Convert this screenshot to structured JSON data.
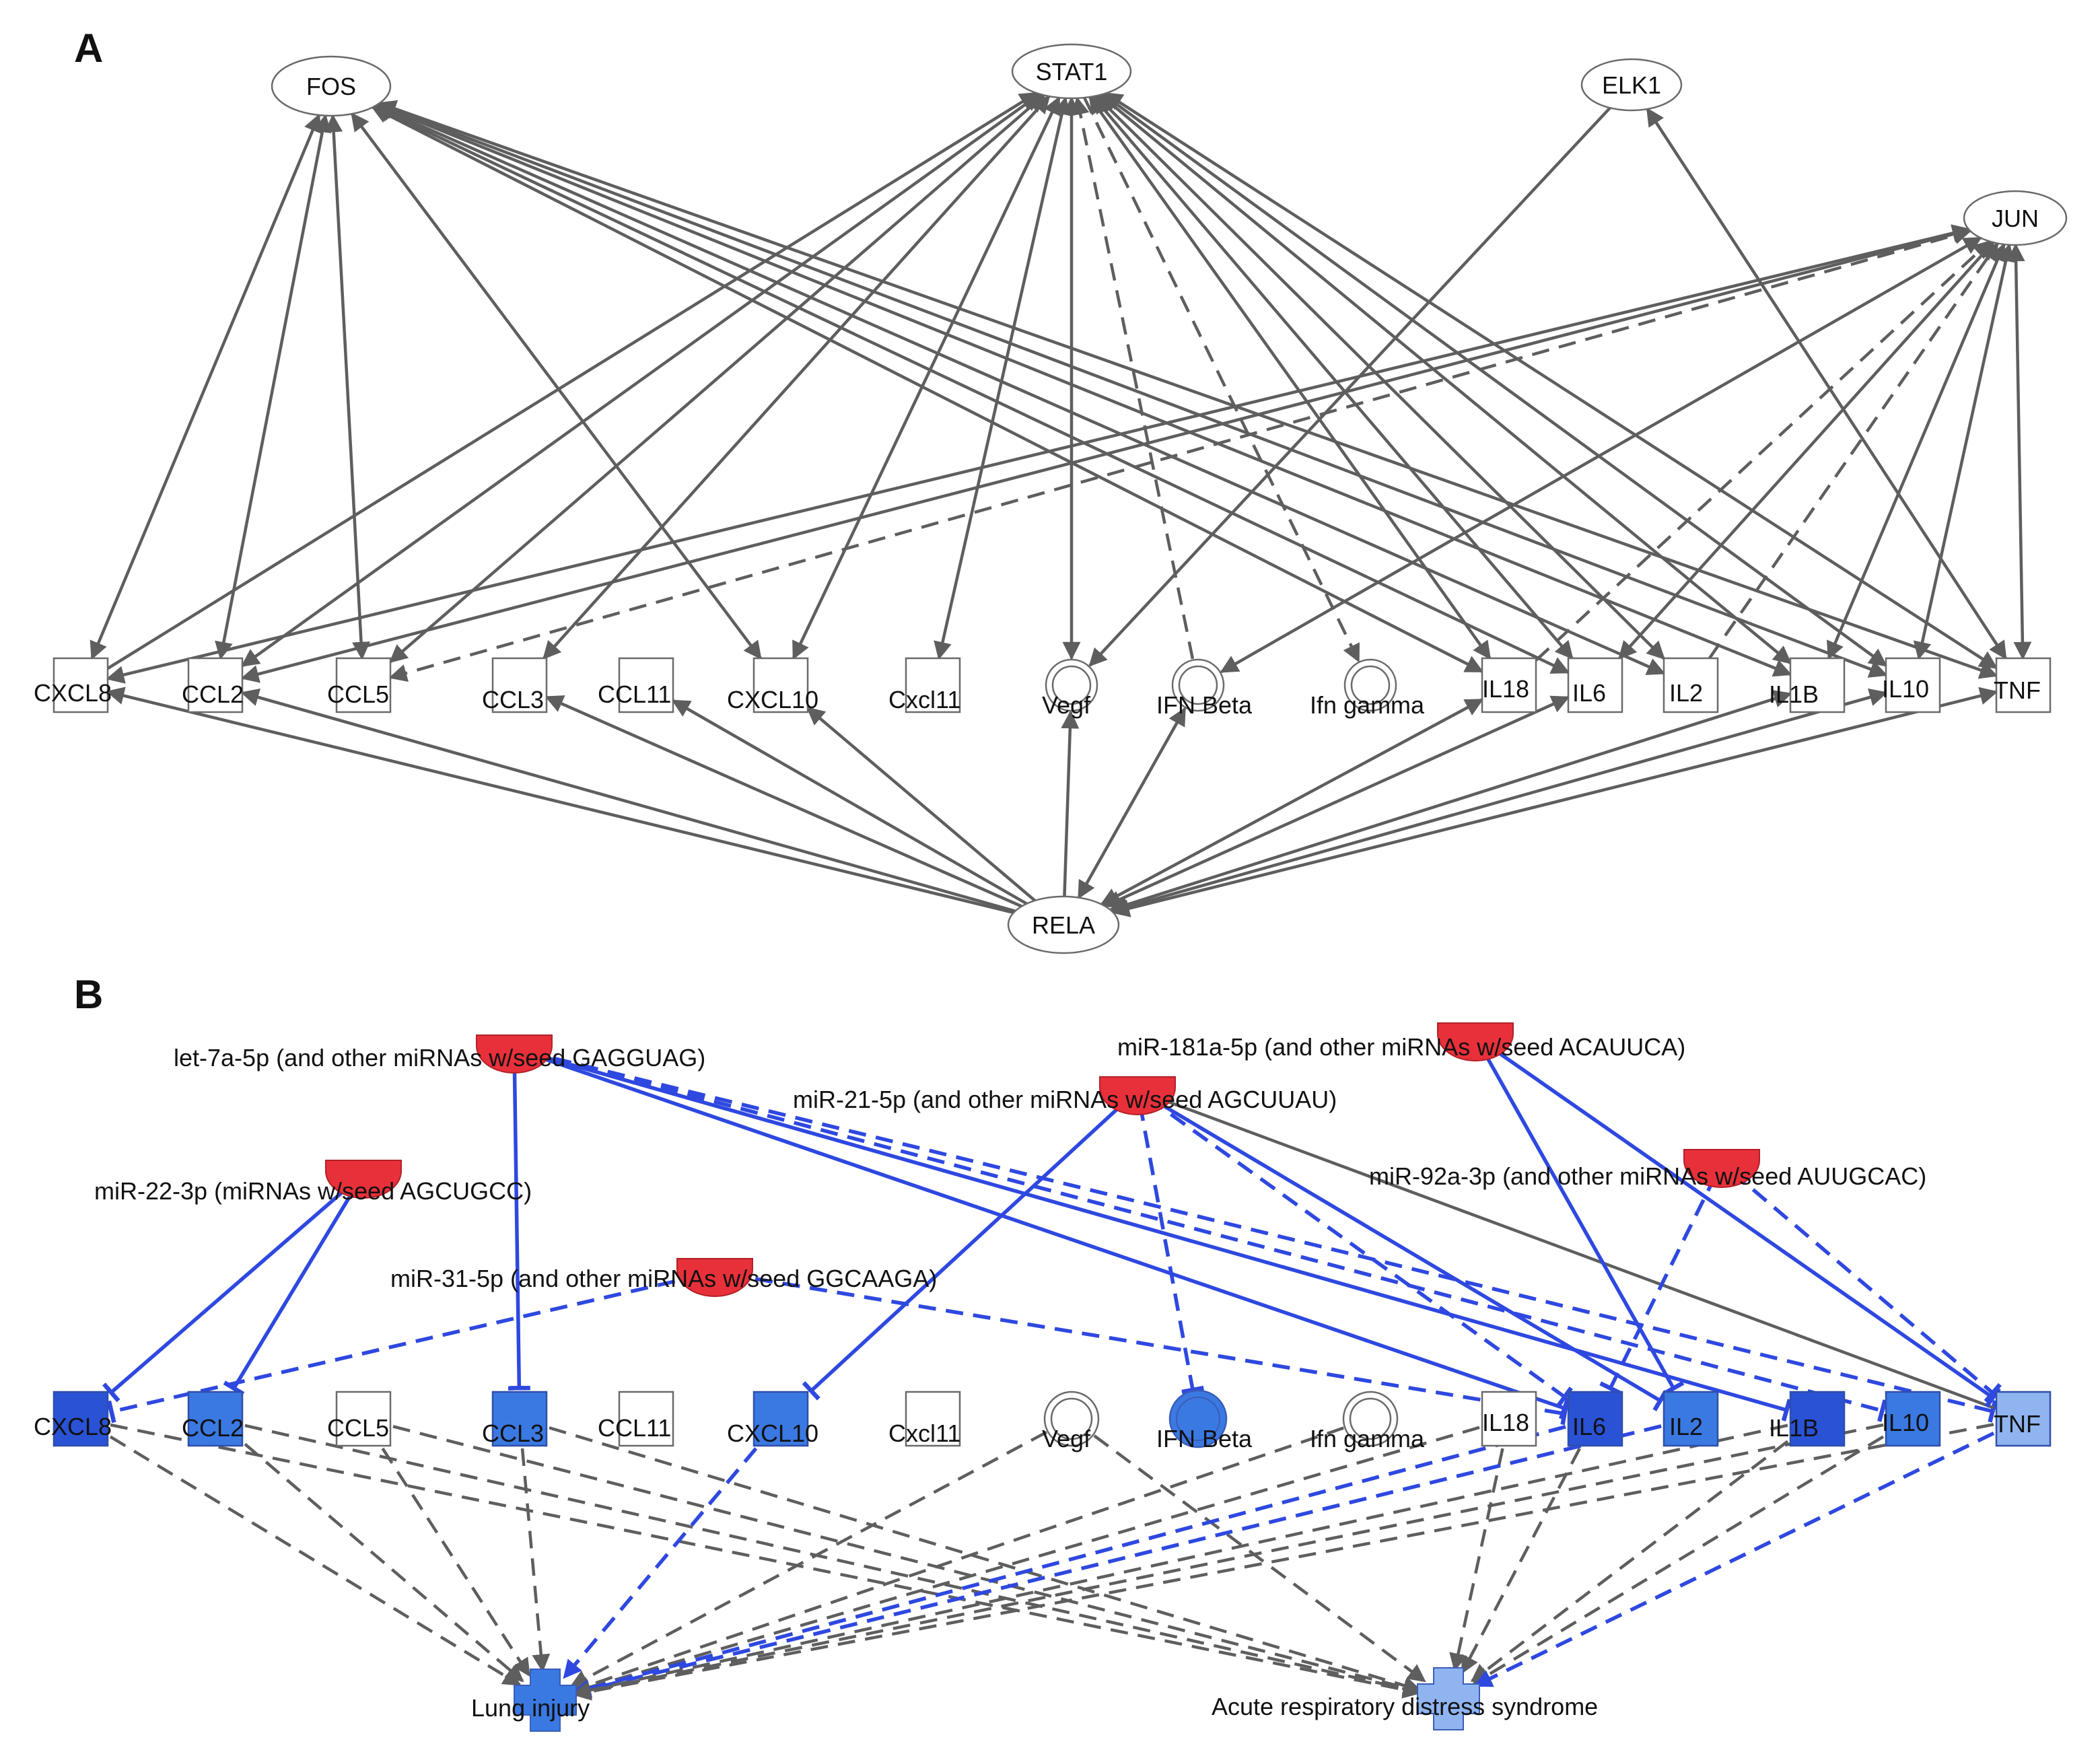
{
  "panels": [
    {
      "id": "A",
      "label": "A"
    },
    {
      "id": "B",
      "label": "B"
    }
  ],
  "colors": {
    "edge": "#5e5e5e",
    "inhibit_edge": "#2e48e0",
    "mirna_fill": "#e8303a",
    "down_strong": "#2a52d4",
    "down_medium": "#3a79e2",
    "down_light": "#8fb4f0",
    "neutral": "#ffffff"
  },
  "panel_a": {
    "nodes": [
      {
        "id": "FOS",
        "label": "FOS",
        "shape": "ellipse"
      },
      {
        "id": "STAT1",
        "label": "STAT1",
        "shape": "ellipse"
      },
      {
        "id": "ELK1",
        "label": "ELK1",
        "shape": "ellipse"
      },
      {
        "id": "JUN",
        "label": "JUN",
        "shape": "ellipse"
      },
      {
        "id": "RELA",
        "label": "RELA",
        "shape": "ellipse"
      },
      {
        "id": "CXCL8",
        "label": "CXCL8",
        "shape": "square"
      },
      {
        "id": "CCL2",
        "label": "CCL2",
        "shape": "square"
      },
      {
        "id": "CCL5",
        "label": "CCL5",
        "shape": "square"
      },
      {
        "id": "CCL3",
        "label": "CCL3",
        "shape": "square"
      },
      {
        "id": "CCL11",
        "label": "CCL11",
        "shape": "square"
      },
      {
        "id": "CXCL10",
        "label": "CXCL10",
        "shape": "square"
      },
      {
        "id": "Cxcl11",
        "label": "Cxcl11",
        "shape": "square"
      },
      {
        "id": "Vegf",
        "label": "Vegf",
        "shape": "double-circle"
      },
      {
        "id": "IFNBeta",
        "label": "IFN Beta",
        "shape": "double-circle"
      },
      {
        "id": "Ifngamma",
        "label": "Ifn gamma",
        "shape": "double-circle"
      },
      {
        "id": "IL18",
        "label": "IL18",
        "shape": "square"
      },
      {
        "id": "IL6",
        "label": "IL6",
        "shape": "square"
      },
      {
        "id": "IL2",
        "label": "IL2",
        "shape": "square"
      },
      {
        "id": "IL1B",
        "label": "IL1B",
        "shape": "square"
      },
      {
        "id": "IL10",
        "label": "IL10",
        "shape": "square"
      },
      {
        "id": "TNF",
        "label": "TNF",
        "shape": "square"
      }
    ],
    "edges": [
      {
        "from": "CXCL8",
        "to": "FOS",
        "style": "solid",
        "arrows": "both"
      },
      {
        "from": "CCL2",
        "to": "FOS",
        "style": "solid",
        "arrows": "both"
      },
      {
        "from": "CCL5",
        "to": "FOS",
        "style": "solid",
        "arrows": "both"
      },
      {
        "from": "CXCL10",
        "to": "FOS",
        "style": "solid",
        "arrows": "both"
      },
      {
        "from": "IL18",
        "to": "FOS",
        "style": "solid",
        "arrows": "both"
      },
      {
        "from": "IL6",
        "to": "FOS",
        "style": "solid",
        "arrows": "both"
      },
      {
        "from": "IL2",
        "to": "FOS",
        "style": "solid",
        "arrows": "both"
      },
      {
        "from": "IL1B",
        "to": "FOS",
        "style": "solid",
        "arrows": "both"
      },
      {
        "from": "IL10",
        "to": "FOS",
        "style": "solid",
        "arrows": "both"
      },
      {
        "from": "TNF",
        "to": "FOS",
        "style": "solid",
        "arrows": "both"
      },
      {
        "from": "CXCL8",
        "to": "STAT1",
        "style": "solid",
        "arrows": "end"
      },
      {
        "from": "CCL2",
        "to": "STAT1",
        "style": "solid",
        "arrows": "both"
      },
      {
        "from": "CCL5",
        "to": "STAT1",
        "style": "solid",
        "arrows": "both"
      },
      {
        "from": "CCL3",
        "to": "STAT1",
        "style": "solid",
        "arrows": "both"
      },
      {
        "from": "CXCL10",
        "to": "STAT1",
        "style": "solid",
        "arrows": "both"
      },
      {
        "from": "Cxcl11",
        "to": "STAT1",
        "style": "solid",
        "arrows": "both"
      },
      {
        "from": "Vegf",
        "to": "STAT1",
        "style": "solid",
        "arrows": "both"
      },
      {
        "from": "IFNBeta",
        "to": "STAT1",
        "style": "dashed",
        "arrows": "end"
      },
      {
        "from": "STAT1",
        "to": "Ifngamma",
        "style": "dashed",
        "arrows": "end"
      },
      {
        "from": "IL18",
        "to": "STAT1",
        "style": "solid",
        "arrows": "both"
      },
      {
        "from": "IL6",
        "to": "STAT1",
        "style": "solid",
        "arrows": "both"
      },
      {
        "from": "IL2",
        "to": "STAT1",
        "style": "solid",
        "arrows": "both"
      },
      {
        "from": "IL1B",
        "to": "STAT1",
        "style": "solid",
        "arrows": "both"
      },
      {
        "from": "IL10",
        "to": "STAT1",
        "style": "solid",
        "arrows": "both"
      },
      {
        "from": "TNF",
        "to": "STAT1",
        "style": "solid",
        "arrows": "both"
      },
      {
        "from": "ELK1",
        "to": "Vegf",
        "style": "solid",
        "arrows": "end"
      },
      {
        "from": "TNF",
        "to": "ELK1",
        "style": "solid",
        "arrows": "both"
      },
      {
        "from": "CXCL8",
        "to": "JUN",
        "style": "solid",
        "arrows": "both"
      },
      {
        "from": "CCL2",
        "to": "JUN",
        "style": "solid",
        "arrows": "both"
      },
      {
        "from": "CCL5",
        "to": "JUN",
        "style": "dashed",
        "arrows": "both"
      },
      {
        "from": "IFNBeta",
        "to": "JUN",
        "style": "solid",
        "arrows": "both"
      },
      {
        "from": "IL18",
        "to": "JUN",
        "style": "dashed",
        "arrows": "end"
      },
      {
        "from": "IL6",
        "to": "JUN",
        "style": "solid",
        "arrows": "both"
      },
      {
        "from": "IL2",
        "to": "JUN",
        "style": "dashed",
        "arrows": "end"
      },
      {
        "from": "IL1B",
        "to": "JUN",
        "style": "solid",
        "arrows": "both"
      },
      {
        "from": "IL10",
        "to": "JUN",
        "style": "solid",
        "arrows": "both"
      },
      {
        "from": "TNF",
        "to": "JUN",
        "style": "solid",
        "arrows": "both"
      },
      {
        "from": "RELA",
        "to": "CXCL8",
        "style": "solid",
        "arrows": "end"
      },
      {
        "from": "RELA",
        "to": "CCL2",
        "style": "solid",
        "arrows": "end"
      },
      {
        "from": "RELA",
        "to": "CCL3",
        "style": "solid",
        "arrows": "end"
      },
      {
        "from": "RELA",
        "to": "CCL11",
        "style": "solid",
        "arrows": "end"
      },
      {
        "from": "RELA",
        "to": "CXCL10",
        "style": "solid",
        "arrows": "end"
      },
      {
        "from": "RELA",
        "to": "Vegf",
        "style": "solid",
        "arrows": "end"
      },
      {
        "from": "IFNBeta",
        "to": "RELA",
        "style": "solid",
        "arrows": "both"
      },
      {
        "from": "IL18",
        "to": "RELA",
        "style": "solid",
        "arrows": "both"
      },
      {
        "from": "IL6",
        "to": "RELA",
        "style": "solid",
        "arrows": "both"
      },
      {
        "from": "IL1B",
        "to": "RELA",
        "style": "solid",
        "arrows": "both"
      },
      {
        "from": "IL10",
        "to": "RELA",
        "style": "solid",
        "arrows": "both"
      },
      {
        "from": "TNF",
        "to": "RELA",
        "style": "solid",
        "arrows": "both"
      }
    ]
  },
  "panel_b": {
    "nodes": [
      {
        "id": "let7a",
        "label": "let-7a-5p (and other miRNAs w/seed GAGGUAG)",
        "shape": "mirna",
        "fill": "#e8303a"
      },
      {
        "id": "mir181",
        "label": "miR-181a-5p (and other miRNAs w/seed ACAUUCA)",
        "shape": "mirna",
        "fill": "#e8303a"
      },
      {
        "id": "mir21",
        "label": "miR-21-5p (and other miRNAs w/seed AGCUUAU)",
        "shape": "mirna",
        "fill": "#e8303a"
      },
      {
        "id": "mir22",
        "label": "miR-22-3p (miRNAs w/seed AGCUGCC)",
        "shape": "mirna",
        "fill": "#e8303a"
      },
      {
        "id": "mir92",
        "label": "miR-92a-3p (and other miRNAs w/seed AUUGCAC)",
        "shape": "mirna",
        "fill": "#e8303a"
      },
      {
        "id": "mir31",
        "label": "miR-31-5p (and other miRNAs w/seed GGCAAGA)",
        "shape": "mirna",
        "fill": "#e8303a"
      },
      {
        "id": "CXCL8",
        "label": "CXCL8",
        "shape": "square",
        "fill": "#2a52d4"
      },
      {
        "id": "CCL2",
        "label": "CCL2",
        "shape": "square",
        "fill": "#3a79e2"
      },
      {
        "id": "CCL5",
        "label": "CCL5",
        "shape": "square",
        "fill": "#ffffff"
      },
      {
        "id": "CCL3",
        "label": "CCL3",
        "shape": "square",
        "fill": "#3a79e2"
      },
      {
        "id": "CCL11",
        "label": "CCL11",
        "shape": "square",
        "fill": "#ffffff"
      },
      {
        "id": "CXCL10",
        "label": "CXCL10",
        "shape": "square",
        "fill": "#3a79e2"
      },
      {
        "id": "Cxcl11",
        "label": "Cxcl11",
        "shape": "square",
        "fill": "#ffffff"
      },
      {
        "id": "Vegf",
        "label": "Vegf",
        "shape": "double-circle",
        "fill": "#ffffff"
      },
      {
        "id": "IFNBeta",
        "label": "IFN Beta",
        "shape": "double-circle",
        "fill": "#3a79e2"
      },
      {
        "id": "Ifngamma",
        "label": "Ifn gamma",
        "shape": "double-circle",
        "fill": "#ffffff"
      },
      {
        "id": "IL18",
        "label": "IL18",
        "shape": "square",
        "fill": "#ffffff"
      },
      {
        "id": "IL6",
        "label": "IL6",
        "shape": "square",
        "fill": "#2a52d4"
      },
      {
        "id": "IL2",
        "label": "IL2",
        "shape": "square",
        "fill": "#3a79e2"
      },
      {
        "id": "IL1B",
        "label": "IL1B",
        "shape": "square",
        "fill": "#2a52d4"
      },
      {
        "id": "IL10",
        "label": "IL10",
        "shape": "square",
        "fill": "#3a79e2"
      },
      {
        "id": "TNF",
        "label": "TNF",
        "shape": "square",
        "fill": "#8fb4f0"
      },
      {
        "id": "LungInjury",
        "label": "Lung injury",
        "shape": "cross",
        "fill": "#3a79e2"
      },
      {
        "id": "ARDS",
        "label": "Acute respiratory distress syndrome",
        "shape": "cross",
        "fill": "#8fb4f0"
      }
    ],
    "edges": [
      {
        "from": "mir22",
        "to": "CXCL8",
        "style": "solid",
        "type": "inhibit"
      },
      {
        "from": "mir22",
        "to": "CCL2",
        "style": "solid",
        "type": "inhibit"
      },
      {
        "from": "let7a",
        "to": "CCL3",
        "style": "solid",
        "type": "inhibit"
      },
      {
        "from": "let7a",
        "to": "IL6",
        "style": "solid",
        "type": "inhibit"
      },
      {
        "from": "let7a",
        "to": "IL1B",
        "style": "solid",
        "type": "inhibit"
      },
      {
        "from": "let7a",
        "to": "IL10",
        "style": "dashed",
        "type": "inhibit"
      },
      {
        "from": "let7a",
        "to": "TNF",
        "style": "dashed",
        "type": "inhibit"
      },
      {
        "from": "mir31",
        "to": "CXCL8",
        "style": "dashed",
        "type": "inhibit"
      },
      {
        "from": "mir31",
        "to": "IL6",
        "style": "dashed",
        "type": "inhibit"
      },
      {
        "from": "mir21",
        "to": "CXCL10",
        "style": "solid",
        "type": "inhibit"
      },
      {
        "from": "mir21",
        "to": "IFNBeta",
        "style": "dashed",
        "type": "inhibit"
      },
      {
        "from": "mir21",
        "to": "IL6",
        "style": "dashed",
        "type": "inhibit"
      },
      {
        "from": "mir21",
        "to": "IL2",
        "style": "solid",
        "type": "inhibit"
      },
      {
        "from": "mir21",
        "to": "TNF",
        "style": "solid",
        "type": "relation"
      },
      {
        "from": "mir181",
        "to": "IL2",
        "style": "solid",
        "type": "inhibit"
      },
      {
        "from": "mir181",
        "to": "TNF",
        "style": "solid",
        "type": "inhibit"
      },
      {
        "from": "mir92",
        "to": "IL6",
        "style": "dashed",
        "type": "inhibit"
      },
      {
        "from": "mir92",
        "to": "TNF",
        "style": "dashed",
        "type": "inhibit"
      },
      {
        "from": "CXCL8",
        "to": "LungInjury",
        "style": "dashed",
        "type": "gray"
      },
      {
        "from": "CXCL8",
        "to": "ARDS",
        "style": "dashed",
        "type": "gray"
      },
      {
        "from": "CCL2",
        "to": "LungInjury",
        "style": "dashed",
        "type": "gray"
      },
      {
        "from": "CCL2",
        "to": "ARDS",
        "style": "dashed",
        "type": "gray"
      },
      {
        "from": "CCL5",
        "to": "LungInjury",
        "style": "dashed",
        "type": "gray"
      },
      {
        "from": "CCL5",
        "to": "ARDS",
        "style": "dashed",
        "type": "gray"
      },
      {
        "from": "CCL3",
        "to": "LungInjury",
        "style": "dashed",
        "type": "gray"
      },
      {
        "from": "CCL3",
        "to": "ARDS",
        "style": "dashed",
        "type": "gray"
      },
      {
        "from": "CXCL10",
        "to": "LungInjury",
        "style": "dashed",
        "type": "blue"
      },
      {
        "from": "Vegf",
        "to": "LungInjury",
        "style": "dashed",
        "type": "gray"
      },
      {
        "from": "Vegf",
        "to": "ARDS",
        "style": "dashed",
        "type": "gray"
      },
      {
        "from": "Ifngamma",
        "to": "LungInjury",
        "style": "dashed",
        "type": "gray"
      },
      {
        "from": "IL18",
        "to": "LungInjury",
        "style": "dashed",
        "type": "gray"
      },
      {
        "from": "IL18",
        "to": "ARDS",
        "style": "dashed",
        "type": "gray"
      },
      {
        "from": "IL6",
        "to": "LungInjury",
        "style": "dashed",
        "type": "blue"
      },
      {
        "from": "IL6",
        "to": "ARDS",
        "style": "dashed",
        "type": "gray"
      },
      {
        "from": "IL2",
        "to": "LungInjury",
        "style": "dashed",
        "type": "blue"
      },
      {
        "from": "IL1B",
        "to": "LungInjury",
        "style": "dashed",
        "type": "gray"
      },
      {
        "from": "IL1B",
        "to": "ARDS",
        "style": "dashed",
        "type": "gray"
      },
      {
        "from": "IL10",
        "to": "LungInjury",
        "style": "dashed",
        "type": "gray"
      },
      {
        "from": "IL10",
        "to": "ARDS",
        "style": "dashed",
        "type": "gray"
      },
      {
        "from": "TNF",
        "to": "LungInjury",
        "style": "dashed",
        "type": "gray"
      },
      {
        "from": "TNF",
        "to": "ARDS",
        "style": "dashed",
        "type": "blue"
      }
    ]
  }
}
